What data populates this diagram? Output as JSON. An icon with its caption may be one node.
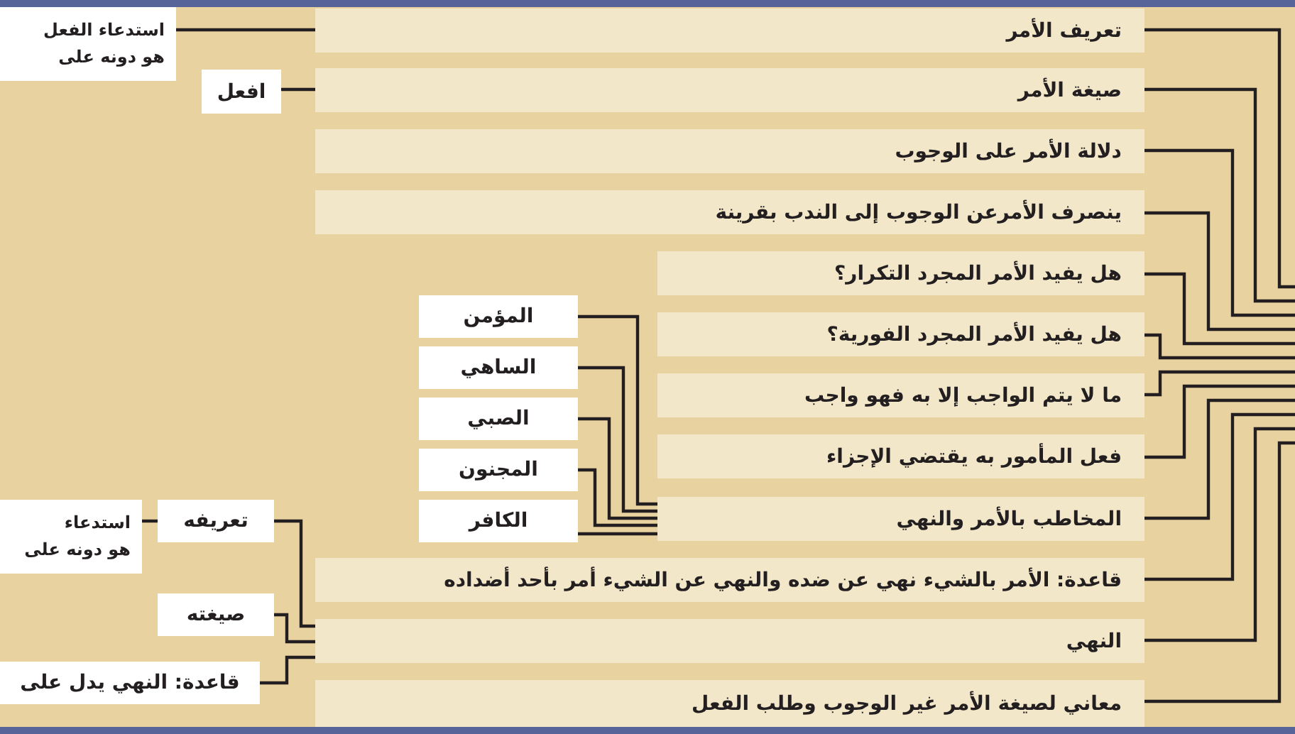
{
  "diagram": {
    "nodes": [
      {
        "text": [
          "تعريف الأمر"
        ]
      },
      {
        "text": [
          "صيغة الأمر"
        ]
      },
      {
        "text": [
          "دلالة الأمر على الوجوب"
        ]
      },
      {
        "text": [
          "ينصرف الأمرعن الوجوب إلى الندب بقرينة"
        ]
      },
      {
        "text": [
          "هل يفيد الأمر المجرد التكرار؟"
        ]
      },
      {
        "text": [
          "هل يفيد الأمر المجرد الفورية؟"
        ]
      },
      {
        "text": [
          "ما لا يتم الواجب إلا به فهو واجب"
        ]
      },
      {
        "text": [
          "فعل المأمور به يقتضي الإجزاء"
        ]
      },
      {
        "text": [
          "المخاطب بالأمر والنهي"
        ]
      },
      {
        "text": [
          "قاعدة: الأمر بالشيء نهي عن ضده والنهي عن الشيء أمر بأحد أضداده"
        ]
      },
      {
        "text": [
          "النهي"
        ]
      },
      {
        "text": [
          "معاني لصيغة الأمر غير الوجوب وطلب الفعل"
        ]
      },
      {
        "text": [
          "استدعاء الفعل",
          "هو دونه على"
        ]
      },
      {
        "text": [
          "افعل"
        ]
      },
      {
        "text": [
          "المؤمن"
        ]
      },
      {
        "text": [
          "الساهي"
        ]
      },
      {
        "text": [
          "الصبي"
        ]
      },
      {
        "text": [
          "المجنون"
        ]
      },
      {
        "text": [
          "الكافر"
        ]
      },
      {
        "text": [
          "استدعاء",
          "هو دونه على"
        ]
      },
      {
        "text": [
          "تعريفه"
        ]
      },
      {
        "text": [
          "صيغته"
        ]
      },
      {
        "text": [
          "قاعدة: النهي يدل على"
        ]
      }
    ],
    "edges": [
      {
        "from": 0,
        "to": null,
        "arrow": "none"
      },
      {
        "from": 1,
        "to": null,
        "arrow": "none"
      },
      {
        "from": 2,
        "to": null,
        "arrow": "none"
      },
      {
        "from": 3,
        "to": null,
        "arrow": "none"
      },
      {
        "from": 4,
        "to": null,
        "arrow": "none"
      },
      {
        "from": 5,
        "to": null,
        "arrow": "none"
      },
      {
        "from": 6,
        "to": null,
        "arrow": "none"
      },
      {
        "from": 7,
        "to": null,
        "arrow": "none"
      },
      {
        "from": 8,
        "to": null,
        "arrow": "none"
      },
      {
        "from": 9,
        "to": null,
        "arrow": "none"
      },
      {
        "from": 10,
        "to": null,
        "arrow": "none"
      },
      {
        "from": 11,
        "to": null,
        "arrow": "none"
      },
      {
        "from": 12,
        "to": 0,
        "arrow": "none"
      },
      {
        "from": 13,
        "to": 1,
        "arrow": "none"
      },
      {
        "from": 14,
        "to": 8,
        "arrow": "none"
      },
      {
        "from": 15,
        "to": 8,
        "arrow": "none"
      },
      {
        "from": 16,
        "to": 8,
        "arrow": "none"
      },
      {
        "from": 17,
        "to": 8,
        "arrow": "none"
      },
      {
        "from": 18,
        "to": 8,
        "arrow": "none"
      },
      {
        "from": 19,
        "to": 20,
        "arrow": "none"
      },
      {
        "from": 20,
        "to": 10,
        "arrow": "none"
      },
      {
        "from": 21,
        "to": 10,
        "arrow": "none"
      },
      {
        "from": 22,
        "to": 10,
        "arrow": "none"
      }
    ]
  }
}
